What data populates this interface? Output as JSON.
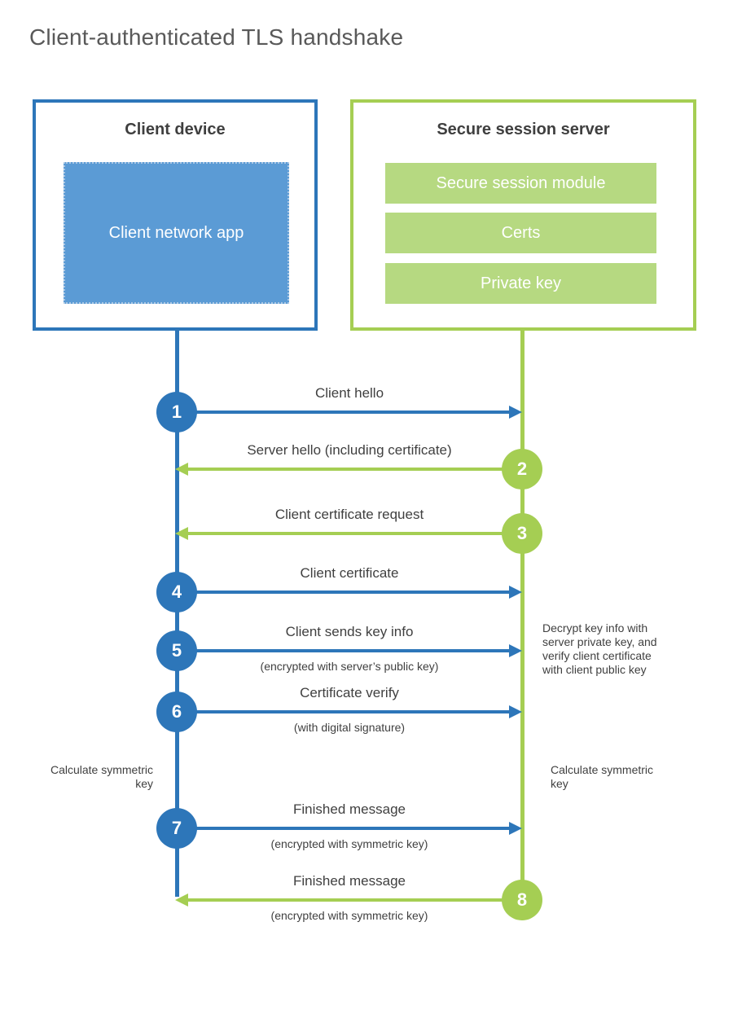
{
  "title": "Client-authenticated TLS handshake",
  "client": {
    "title": "Client device",
    "app_label": "Client network app"
  },
  "server": {
    "title": "Secure session server",
    "modules": [
      "Secure session module",
      "Certs",
      "Private key"
    ]
  },
  "steps": [
    {
      "num": "1",
      "label": "Client hello",
      "sublabel": "",
      "direction": "right",
      "color": "blue",
      "from": "client",
      "to": "server"
    },
    {
      "num": "2",
      "label": "Server hello (including certificate)",
      "sublabel": "",
      "direction": "left",
      "color": "green",
      "from": "server",
      "to": "client"
    },
    {
      "num": "3",
      "label": "Client certificate request",
      "sublabel": "",
      "direction": "left",
      "color": "green",
      "from": "server",
      "to": "client"
    },
    {
      "num": "4",
      "label": "Client certificate",
      "sublabel": "",
      "direction": "right",
      "color": "blue",
      "from": "client",
      "to": "server"
    },
    {
      "num": "5",
      "label": "Client sends key info",
      "sublabel": "(encrypted with server’s public key)",
      "direction": "right",
      "color": "blue",
      "from": "client",
      "to": "server"
    },
    {
      "num": "6",
      "label": "Certificate verify",
      "sublabel": "(with digital signature)",
      "direction": "right",
      "color": "blue",
      "from": "client",
      "to": "server"
    },
    {
      "num": "7",
      "label": "Finished message",
      "sublabel": "(encrypted with symmetric key)",
      "direction": "right",
      "color": "blue",
      "from": "client",
      "to": "server"
    },
    {
      "num": "8",
      "label": "Finished message",
      "sublabel": "(encrypted with symmetric key)",
      "direction": "left",
      "color": "green",
      "from": "server",
      "to": "client"
    }
  ],
  "annotations": {
    "decrypt_note": "Decrypt key info with server private key, and verify client certificate with client public key",
    "calculate_left": "Calculate symmetric key",
    "calculate_right": "Calculate symmetric key"
  },
  "colors": {
    "blue": "#2d76b9",
    "blue_light": "#5b9bd5",
    "blue_dotted": "#aac7e4",
    "green": "#a5ce53",
    "green_light": "#b6d981",
    "text_title": "#595959",
    "text_dark": "#3f3f3f",
    "text_body": "#404040",
    "white": "#ffffff"
  }
}
